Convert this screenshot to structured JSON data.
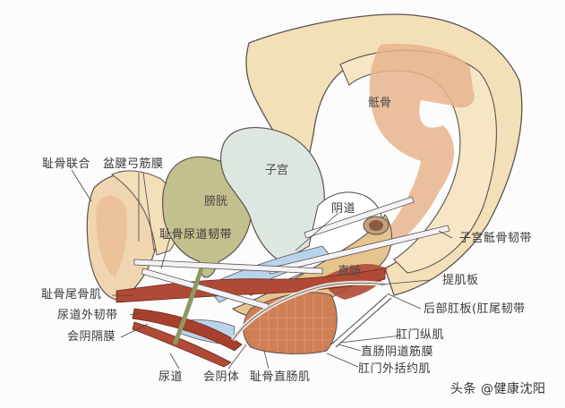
{
  "diagram": {
    "type": "anatomical illustration - female pelvic floor sagittal view",
    "colors": {
      "bone": "#f3dfb8",
      "bone_marrow": "#e8b48c",
      "bladder": "#c2c08c",
      "uterus": "#dde7e0",
      "vagina": "#ffffff",
      "rectum": "#e6c48e",
      "muscle": "#b04a36",
      "muscle_light": "#d07a5a",
      "fascia_blue": "#b8d4ec",
      "outline": "#5a5450",
      "background": "#fdfcfd"
    },
    "organ_labels": {
      "sacrum": "骶骨",
      "uterus": "子宫",
      "bladder": "膀胱",
      "rectum": "直肠"
    },
    "callout_labels": {
      "pubic_symphysis": "耻骨联合",
      "arcus_tendineus": "盆腱弓筋膜",
      "pubourethral_ligament": "耻骨尿道韧带",
      "vagina": "阴道",
      "uterosacral_ligament": "子宫骶骨韧带",
      "levator_plate": "提肌板",
      "anococcygeal_ligament": "后部肛板(肛尾韧带",
      "pubococcygeus": "耻骨尾骨肌",
      "external_urethral_ligament": "尿道外韧带",
      "perineal_membrane": "会阴隔膜",
      "urethra": "尿道",
      "perineal_body": "会阴体",
      "puborectalis": "耻骨直肠肌",
      "longitudinal_anal_muscle": "肛门纵肌",
      "rectovaginal_fascia": "直肠阴道筋膜",
      "external_anal_sphincter": "肛门外括约肌"
    },
    "watermark": "头条 @健康沈阳"
  }
}
